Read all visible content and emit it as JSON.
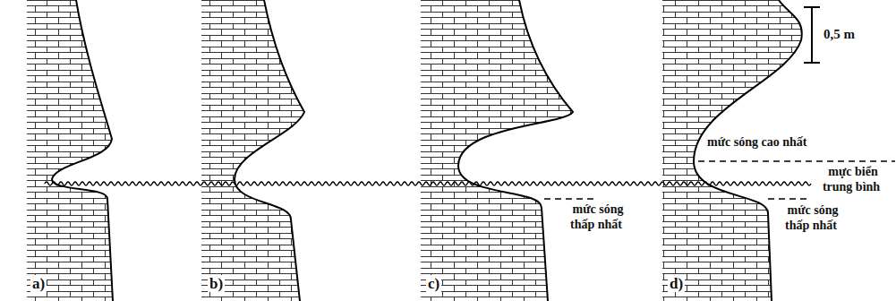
{
  "diagram": {
    "labels": [
      "a)",
      "b)",
      "c)",
      "d)",
      "0,5 m",
      "mức sóng cao nhất",
      "mực biển trung bình",
      "mức sóng thấp nhất",
      "mức sóng thấp nhất"
    ]
  }
}
